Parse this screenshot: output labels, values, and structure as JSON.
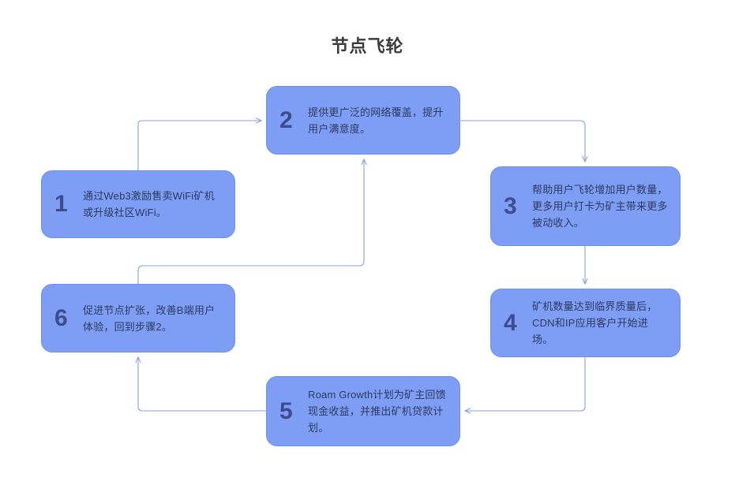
{
  "page": {
    "title": "节点飞轮",
    "background_color": "#ffffff"
  },
  "style": {
    "node_fill": "#7e9ef5",
    "node_border": "#6f90ec",
    "number_color": "#3d4c8e",
    "text_color": "#2c3a5e",
    "connector_color": "#8aa3d8",
    "title_color": "#3b3b3b"
  },
  "nodes": [
    {
      "number": "1",
      "text": "通过Web3激励售卖WiFi矿机或升级社区WiFi。"
    },
    {
      "number": "2",
      "text": "提供更广泛的网络覆盖，提升用户满意度。"
    },
    {
      "number": "3",
      "text": "帮助用户飞轮增加用户数量，更多用户打卡为矿主带来更多被动收入。"
    },
    {
      "number": "4",
      "text": "矿机数量达到临界质量后，CDN和IP应用客户开始进场。"
    },
    {
      "number": "5",
      "text": "Roam Growth计划为矿主回馈现金收益，并推出矿机贷款计划。"
    },
    {
      "number": "6",
      "text": "促进节点扩张，改善B端用户体验，回到步骤2。"
    }
  ],
  "connectors": [
    {
      "from": "1",
      "to": "2",
      "shape": "up-right"
    },
    {
      "from": "2",
      "to": "3",
      "shape": "right-down"
    },
    {
      "from": "3",
      "to": "4",
      "shape": "down"
    },
    {
      "from": "4",
      "to": "5",
      "shape": "down-left"
    },
    {
      "from": "5",
      "to": "6",
      "shape": "left-up"
    },
    {
      "from": "6",
      "to": "2",
      "shape": "up-right-up"
    }
  ]
}
